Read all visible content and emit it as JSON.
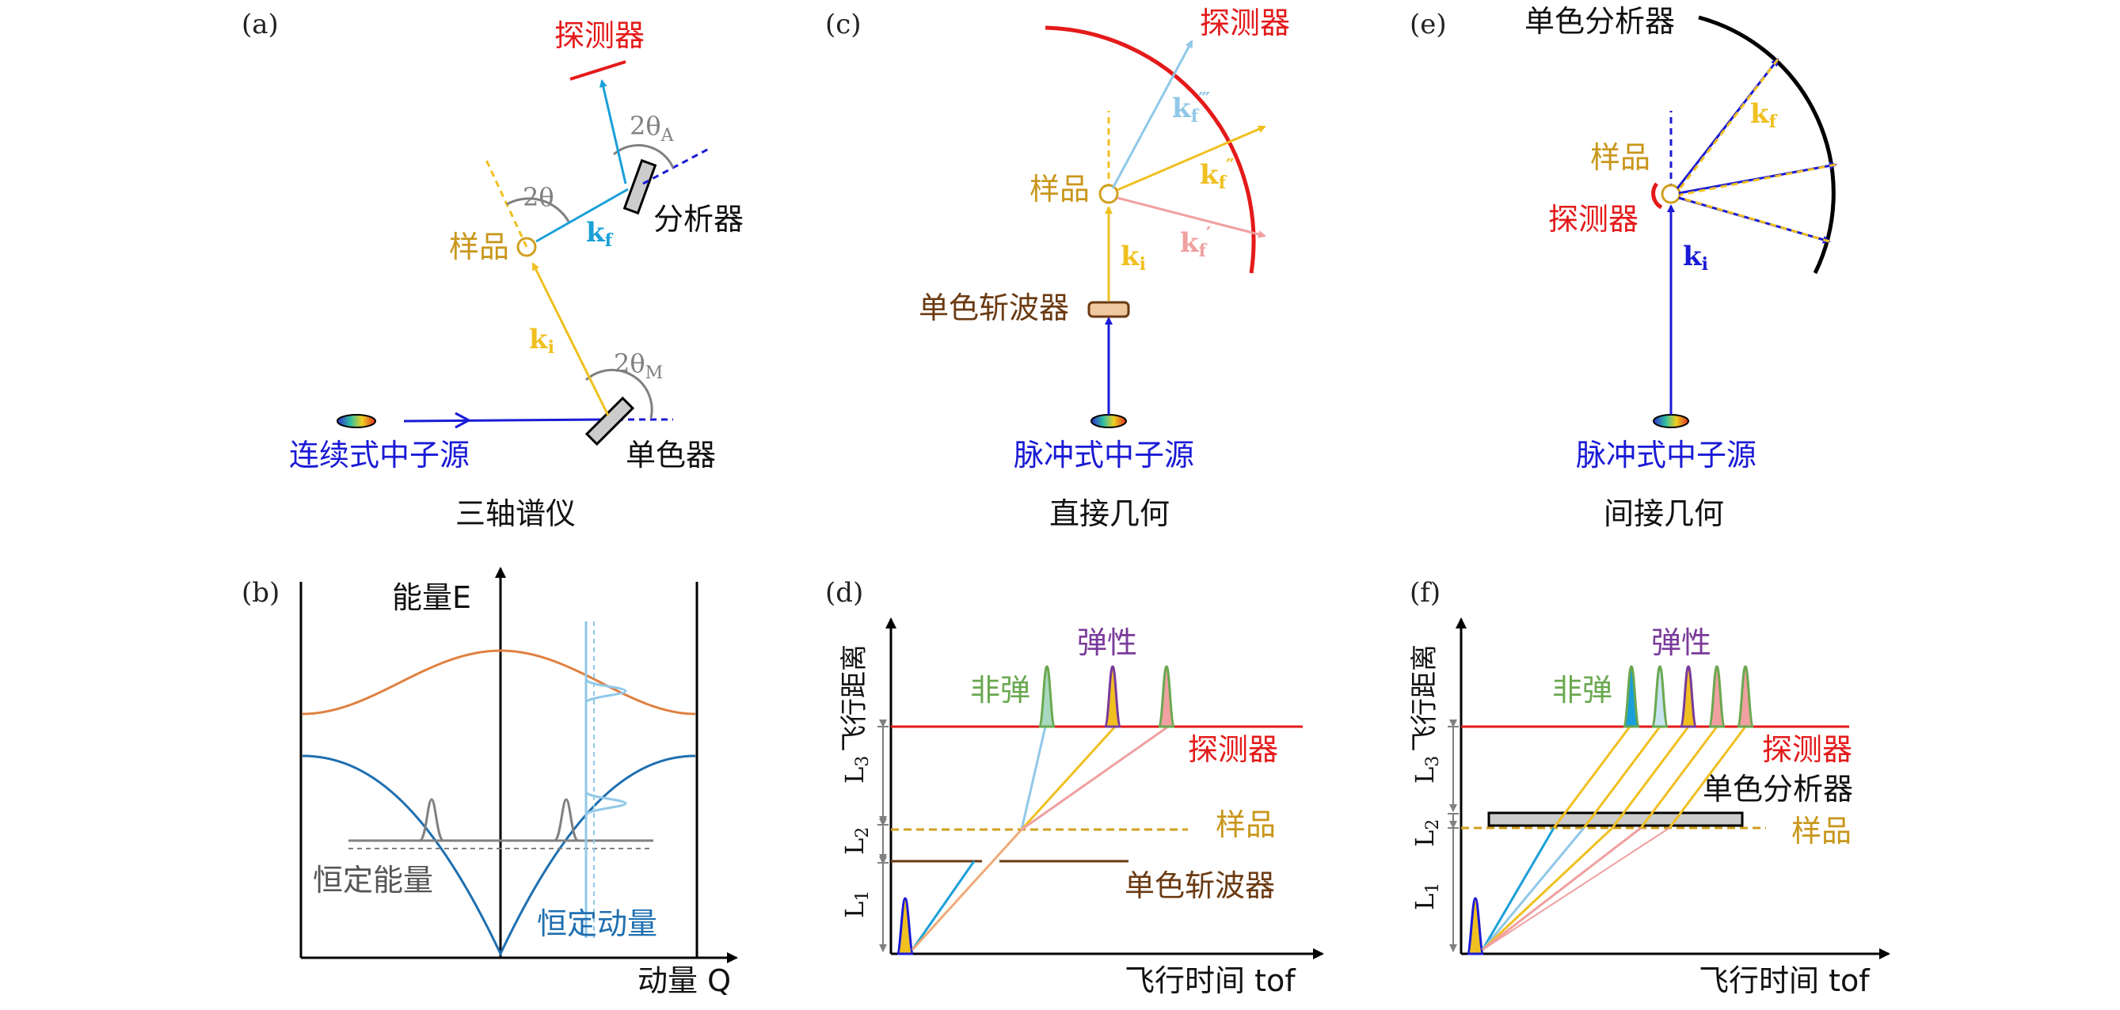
{
  "panels": {
    "a": {
      "label": "(a)",
      "caption": "三轴谱仪",
      "detector": "探测器",
      "analyzer": "分析器",
      "sample": "样品",
      "monochromator": "单色器",
      "source": "连续式中子源",
      "two_theta": "2θ",
      "two_theta_a_main": "2θ",
      "two_theta_a_sub": "A",
      "two_theta_m_main": "2θ",
      "two_theta_m_sub": "M",
      "kf_main": "k",
      "kf_sub": "f",
      "ki_main": "k",
      "ki_sub": "i"
    },
    "b": {
      "label": "(b)",
      "y_axis": "能量E",
      "x_axis": "动量 Q",
      "const_energy": "恒定能量",
      "const_momentum": "恒定动量"
    },
    "c": {
      "label": "(c)",
      "caption": "直接几何",
      "detector": "探测器",
      "sample": "样品",
      "chopper": "单色斩波器",
      "source": "脉冲式中子源",
      "kf3_main": "k",
      "kf3_sub": "f",
      "kf3_prime": "‴",
      "kf2_main": "k",
      "kf2_sub": "f",
      "kf2_prime": "″",
      "kf1_main": "k",
      "kf1_sub": "f",
      "kf1_prime": "′",
      "ki_main": "k",
      "ki_sub": "i"
    },
    "d": {
      "label": "(d)",
      "y_axis": "飞行距离",
      "x_axis": "飞行时间 tof",
      "inelastic": "非弹",
      "elastic": "弹性",
      "detector": "探测器",
      "sample": "样品",
      "chopper": "单色斩波器",
      "L1_main": "L",
      "L1_sub": "1",
      "L2_main": "L",
      "L2_sub": "2",
      "L3_main": "L",
      "L3_sub": "3"
    },
    "e": {
      "label": "(e)",
      "caption": "间接几何",
      "analyzer": "单色分析器",
      "sample": "样品",
      "detector": "探测器",
      "source": "脉冲式中子源",
      "kf_main": "k",
      "kf_sub": "f",
      "ki_main": "k",
      "ki_sub": "i"
    },
    "f": {
      "label": "(f)",
      "y_axis": "飞行距离",
      "x_axis": "飞行时间 tof",
      "inelastic": "非弹",
      "elastic": "弹性",
      "detector": "探测器",
      "analyzer": "单色分析器",
      "sample": "样品",
      "L1_main": "L",
      "L1_sub": "1",
      "L2_main": "L",
      "L2_sub": "2",
      "L3_main": "L",
      "L3_sub": "3"
    }
  },
  "colors": {
    "blue": "#1a1ad6",
    "yellow": "#f0c020",
    "cyan": "#1aa0d8",
    "red": "#e41a1a",
    "gray": "#808080",
    "brown": "#6b3a12",
    "lightblue": "#90c8e8",
    "pink": "#f0a0a0",
    "green": "#6aa84f",
    "purple": "#7a3a9a",
    "orange": "#e08040",
    "darkblue": "#1f6fb0",
    "goldtext": "#c8961a"
  }
}
